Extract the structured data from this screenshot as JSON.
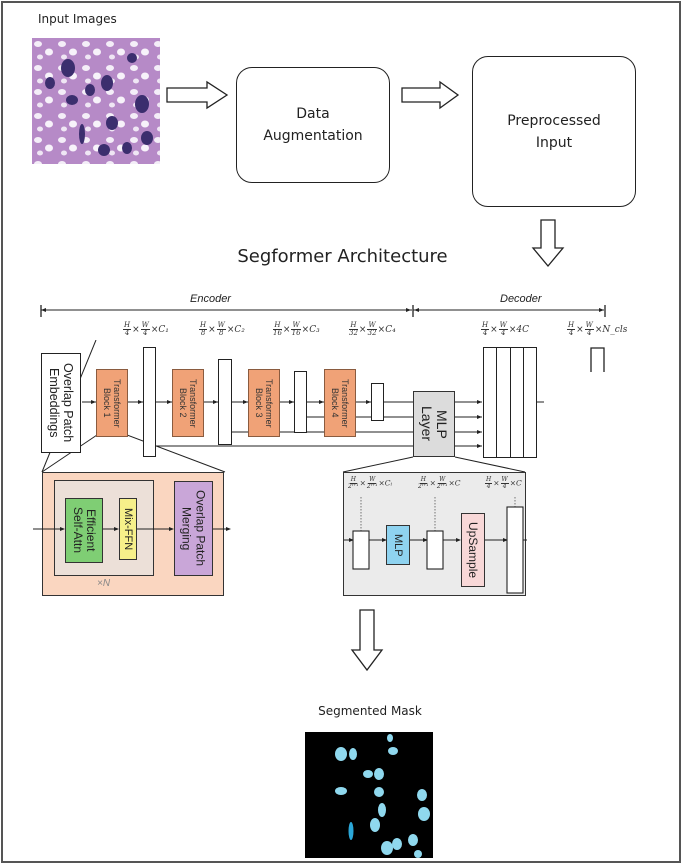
{
  "pipeline": {
    "input_label": "Input Images",
    "step_augmentation": "Data Augmentation",
    "step_preprocessed": "Preprocessed Input",
    "output_label": "Segmented Mask"
  },
  "architecture": {
    "title": "Segformer Architecture",
    "encoder_label": "Encoder",
    "decoder_label": "Decoder",
    "overlap_patch_embeddings": "Overlap Patch Embeddings",
    "blocks": [
      "Transformer Block 1",
      "Transformer Block 2",
      "Transformer Block 3",
      "Transformer Block 4"
    ],
    "dims": [
      {
        "h": "H",
        "hd": "4",
        "w": "W",
        "wd": "4",
        "c": "×C₁"
      },
      {
        "h": "H",
        "hd": "8",
        "w": "W",
        "wd": "8",
        "c": "×C₂"
      },
      {
        "h": "H",
        "hd": "16",
        "w": "W",
        "wd": "16",
        "c": "×C₃"
      },
      {
        "h": "H",
        "hd": "32",
        "w": "W",
        "wd": "32",
        "c": "×C₄"
      }
    ],
    "decoder_dims": [
      {
        "h": "H",
        "hd": "4",
        "w": "W",
        "wd": "4",
        "c": "×4C"
      },
      {
        "h": "H",
        "hd": "4",
        "w": "W",
        "wd": "4",
        "c": "×N_cls"
      }
    ],
    "mlp_layer": "MLP Layer",
    "encoder_detail": {
      "efficient_self_attn": "Efficient Self-Attn",
      "mix_ffn": "Mix-FFN",
      "overlap_patch_merging": "Overlap Patch Merging",
      "repeat": "×N"
    },
    "decoder_detail": {
      "dims": [
        {
          "h": "H",
          "hd": "2ⁱ⁺¹",
          "w": "W",
          "wd": "2ⁱ⁺¹",
          "c": "×Cᵢ"
        },
        {
          "h": "H",
          "hd": "2ⁱ⁺¹",
          "w": "W",
          "wd": "2ⁱ⁺¹",
          "c": "×C"
        },
        {
          "h": "H",
          "hd": "4",
          "w": "W",
          "wd": "4",
          "c": "×C"
        }
      ],
      "mlp": "MLP",
      "upsample": "UpSample"
    }
  },
  "colors": {
    "transformer_block": "#f0a277",
    "encoder_detail_bg": "#fad6c0",
    "encoder_inner_bg": "#ece0d8",
    "self_attn": "#7fce74",
    "mix_ffn": "#f6f08a",
    "patch_merging": "#c9a6d8",
    "mlp_layer": "#dcdcdc",
    "decoder_detail_bg": "#ebebeb",
    "mlp": "#8fd3f0",
    "upsample": "#f8d8d8",
    "mask_bg": "#000000",
    "mask_cell": "#8fd8ee"
  }
}
